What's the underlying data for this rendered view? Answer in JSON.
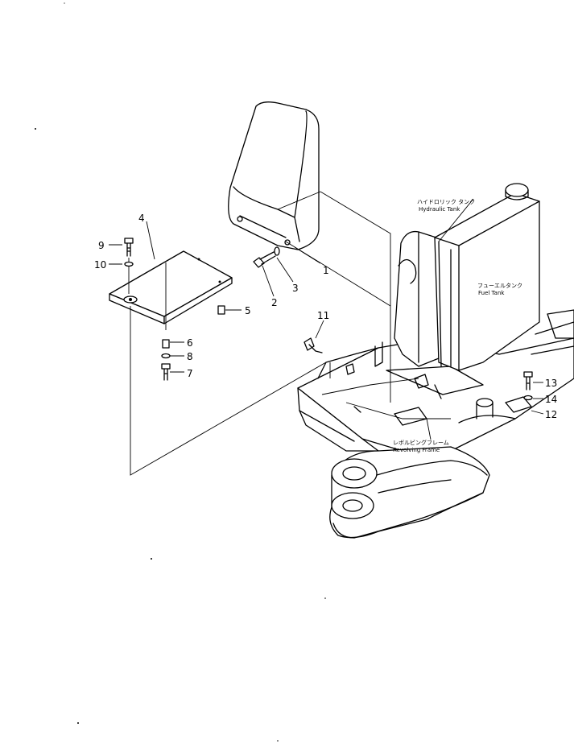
{
  "callouts": [
    "1",
    "2",
    "3",
    "4",
    "5",
    "6",
    "7",
    "8",
    "9",
    "10",
    "11",
    "12",
    "13",
    "14"
  ],
  "labels": {
    "hydraulic_tank_jp": "ハイドロリック タンク",
    "hydraulic_tank_en": "Hydraulic Tank",
    "fuel_tank_jp": "フューエルタンク",
    "fuel_tank_en": "Fuel Tank",
    "revolving_frame_jp": "レボルビングフレーム",
    "revolving_frame_en": "Revolving Frame"
  }
}
